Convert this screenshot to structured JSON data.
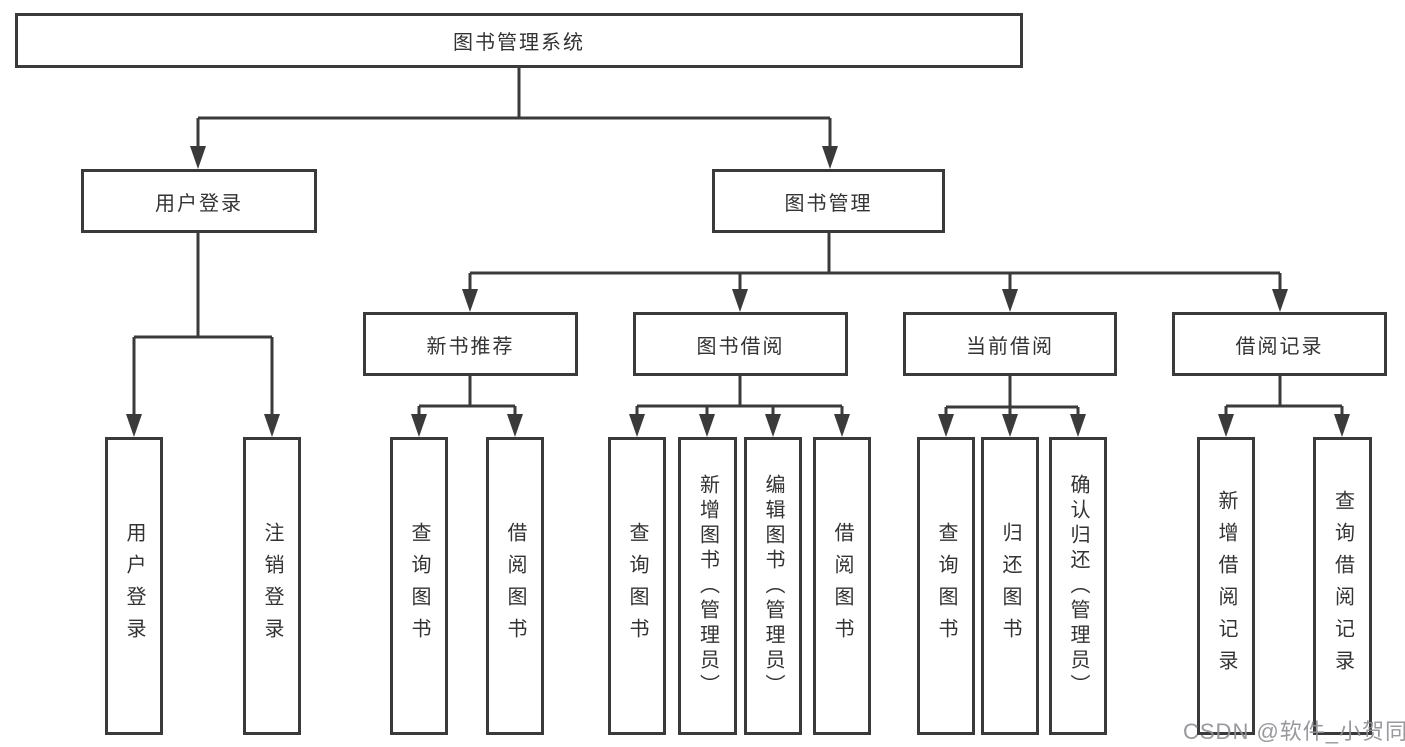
{
  "diagram": {
    "root": {
      "label": "图书管理系统"
    },
    "level2": [
      {
        "label": "用户登录",
        "children": [
          {
            "label": "用户登录"
          },
          {
            "label": "注销登录"
          }
        ]
      },
      {
        "label": "图书管理",
        "children": [
          {
            "label": "新书推荐",
            "children": [
              {
                "label": "查询图书"
              },
              {
                "label": "借阅图书"
              }
            ]
          },
          {
            "label": "图书借阅",
            "children": [
              {
                "label": "查询图书"
              },
              {
                "label": "新增图书（管理员）"
              },
              {
                "label": "编辑图书（管理员）"
              },
              {
                "label": "借阅图书"
              }
            ]
          },
          {
            "label": "当前借阅",
            "children": [
              {
                "label": "查询图书"
              },
              {
                "label": "归还图书"
              },
              {
                "label": "确认归还（管理员）"
              }
            ]
          },
          {
            "label": "借阅记录",
            "children": [
              {
                "label": "新增借阅记录"
              },
              {
                "label": "查询借阅记录"
              }
            ]
          }
        ]
      }
    ]
  },
  "colors": {
    "line": "#3a3a3a",
    "text": "#333333",
    "watermark": "#8f8f97"
  },
  "watermark": {
    "text": "CSDN @软件_小贺同学"
  }
}
